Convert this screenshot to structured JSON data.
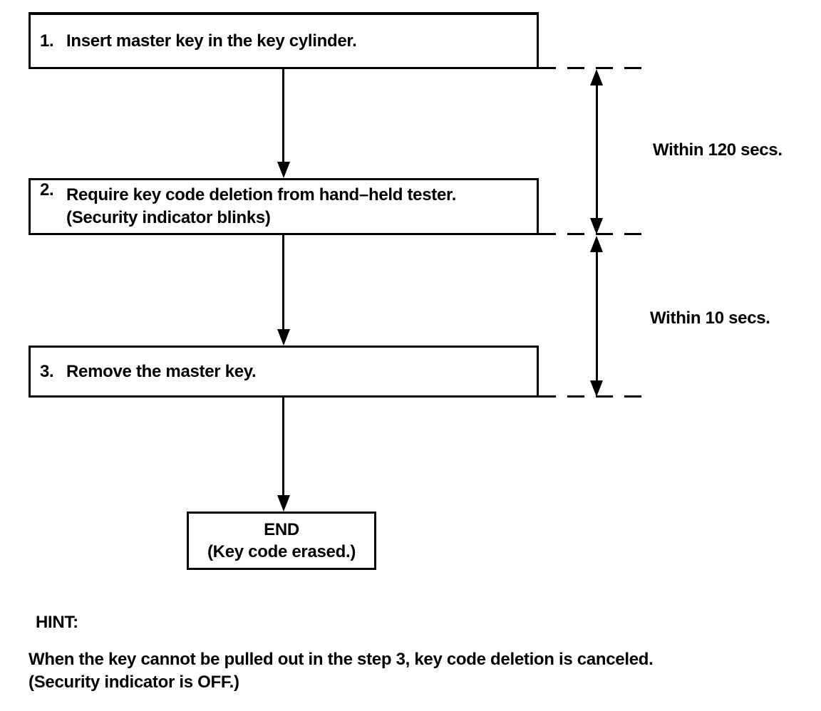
{
  "diagram": {
    "steps": [
      {
        "number": "1.",
        "lines": [
          "Insert master key in the key cylinder."
        ]
      },
      {
        "number": "2.",
        "lines": [
          "Require key code deletion from hand–held tester.",
          "(Security indicator blinks)"
        ]
      },
      {
        "number": "3.",
        "lines": [
          "Remove the master key."
        ]
      }
    ],
    "end_box": {
      "title": "END",
      "subtitle": "(Key code erased.)"
    },
    "timing_labels": [
      {
        "text": "Within 120 secs."
      },
      {
        "text": "Within 10 secs."
      }
    ],
    "hint": {
      "heading": "HINT:",
      "lines": [
        "When the key cannot be pulled out in the step 3, key code deletion is canceled.",
        "(Security indicator is OFF.)"
      ]
    },
    "colors": {
      "ink": "#000000",
      "background": "#ffffff"
    }
  }
}
